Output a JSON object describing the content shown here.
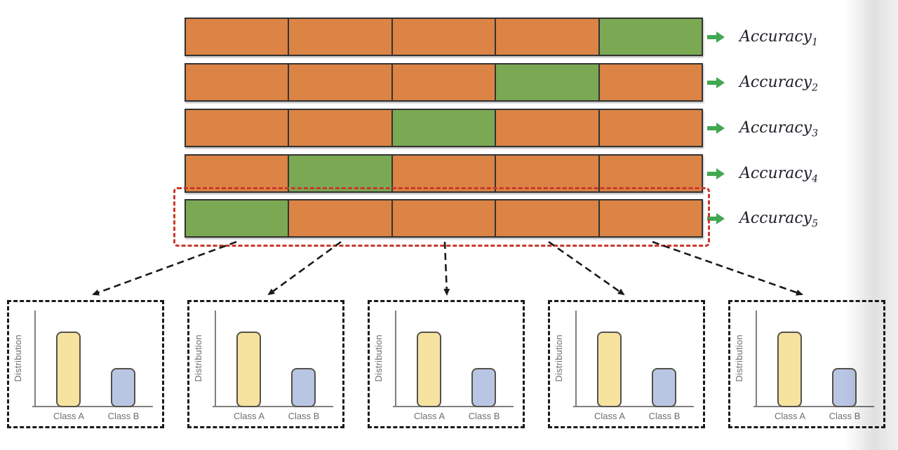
{
  "colors": {
    "training_fold": "#DB8445",
    "validation_fold": "#7BA953",
    "arrow_green": "#41A851",
    "highlight_red": "#C93A2C",
    "class_a_fill": "#F6E3A0",
    "class_b_fill": "#B9C6E3",
    "bar_border": "#55514B",
    "axis_gray": "#7F7F7F",
    "label_gray": "#6E6E6E",
    "connector_black": "#1A1A1A"
  },
  "cv_grid": {
    "num_folds": 5,
    "rows": [
      {
        "name": "Accuracy",
        "subscript": "1",
        "validation_fold_index": 4
      },
      {
        "name": "Accuracy",
        "subscript": "2",
        "validation_fold_index": 3
      },
      {
        "name": "Accuracy",
        "subscript": "3",
        "validation_fold_index": 2
      },
      {
        "name": "Accuracy",
        "subscript": "4",
        "validation_fold_index": 1
      },
      {
        "name": "Accuracy",
        "subscript": "5",
        "validation_fold_index": 0
      }
    ]
  },
  "panels": [
    {
      "ylabel": "Distribution",
      "x_labels": [
        "Class A",
        "Class B"
      ]
    },
    {
      "ylabel": "Distribution",
      "x_labels": [
        "Class A",
        "Class B"
      ]
    },
    {
      "ylabel": "Distribution",
      "x_labels": [
        "Class A",
        "Class B"
      ]
    },
    {
      "ylabel": "Distribution",
      "x_labels": [
        "Class A",
        "Class B"
      ]
    },
    {
      "ylabel": "Distribution",
      "x_labels": [
        "Class A",
        "Class B"
      ]
    }
  ],
  "distribution_chart": {
    "type": "bar",
    "categories": [
      "Class A",
      "Class B"
    ],
    "relative_heights": [
      0.7,
      0.37
    ],
    "ylabel": "Distribution",
    "note_axis": "unlabeled relative frequency axis"
  }
}
